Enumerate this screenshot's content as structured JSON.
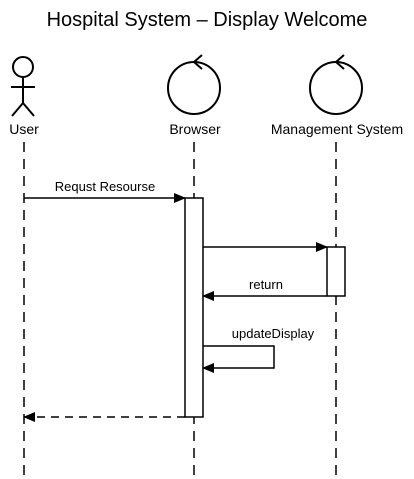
{
  "title": "Hospital System – Display Welcome",
  "participants": {
    "user": {
      "label": "User",
      "kind": "actor"
    },
    "browser": {
      "label": "Browser",
      "kind": "control"
    },
    "management": {
      "label": "Management System",
      "kind": "control"
    }
  },
  "messages": {
    "request": {
      "label": "Requst Resourse",
      "from": "User",
      "to": "Browser",
      "style": "sync"
    },
    "call_management": {
      "label": "",
      "from": "Browser",
      "to": "Management System",
      "style": "sync"
    },
    "return": {
      "label": "return",
      "from": "Management System",
      "to": "Browser",
      "style": "sync"
    },
    "update_display": {
      "label": "updateDisplay",
      "from": "Browser",
      "to": "Browser",
      "style": "self"
    },
    "reply_user": {
      "label": "",
      "from": "Browser",
      "to": "User",
      "style": "reply"
    }
  }
}
